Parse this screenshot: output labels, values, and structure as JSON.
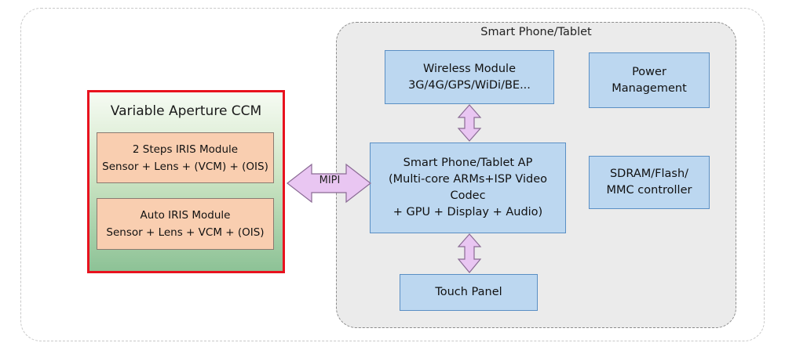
{
  "phone": {
    "title": "Smart Phone/Tablet",
    "wireless": {
      "line1": "Wireless Module",
      "line2": "3G/4G/GPS/WiDi/BE..."
    },
    "power": {
      "line1": "Power",
      "line2": "Management"
    },
    "ap": {
      "line1": "Smart Phone/Tablet AP",
      "line2": "(Multi-core ARMs+ISP Video Codec",
      "line3": "+ GPU + Display + Audio)"
    },
    "sdram": {
      "line1": "SDRAM/Flash/",
      "line2": "MMC controller"
    },
    "touch": {
      "label": "Touch Panel"
    }
  },
  "ccm": {
    "title": "Variable Aperture CCM",
    "module1": {
      "line1": "2 Steps IRIS Module",
      "line2": "Sensor + Lens + (VCM) + (OIS)"
    },
    "module2": {
      "line1": "Auto IRIS Module",
      "line2": "Sensor + Lens + VCM + (OIS)"
    }
  },
  "link": {
    "label": "MIPI"
  },
  "colors": {
    "module_blue": "#bcd7f0",
    "iris_orange": "#f9ceb0",
    "ccm_border_red": "#e8121e",
    "arrow_purple": "#e9c6f2"
  }
}
